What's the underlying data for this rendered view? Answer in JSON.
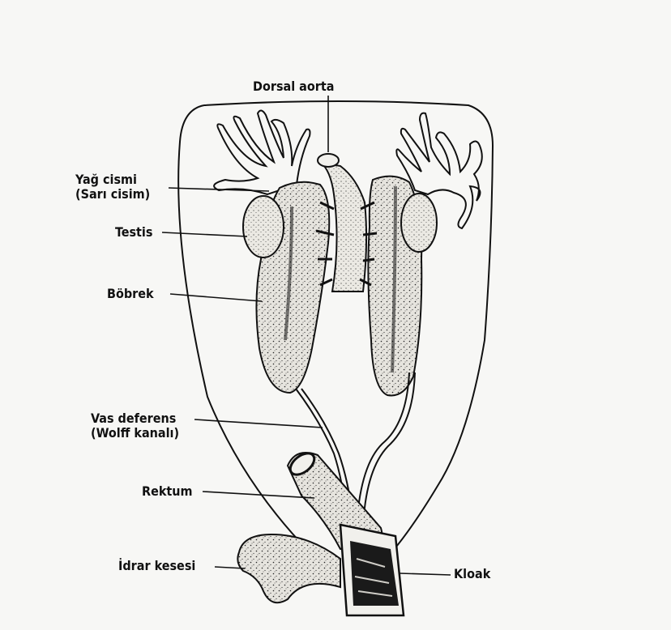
{
  "labels": {
    "dorsal_aorta": "Dorsal aorta",
    "yag_cismi_line1": "Yağ cismi",
    "yag_cismi_line2": "(Sarı cisim)",
    "testis": "Testis",
    "bobrek": "Böbrek",
    "vas_deferens_line1": "Vas deferens",
    "vas_deferens_line2": "(Wolff kanalı)",
    "rektum": "Rektum",
    "idrar_kesesi": "İdrar kesesi",
    "kloak": "Kloak"
  },
  "colors": {
    "ink": "#111111",
    "paper": "#f7f7f5",
    "organ_fill": "#e4e2dc"
  }
}
